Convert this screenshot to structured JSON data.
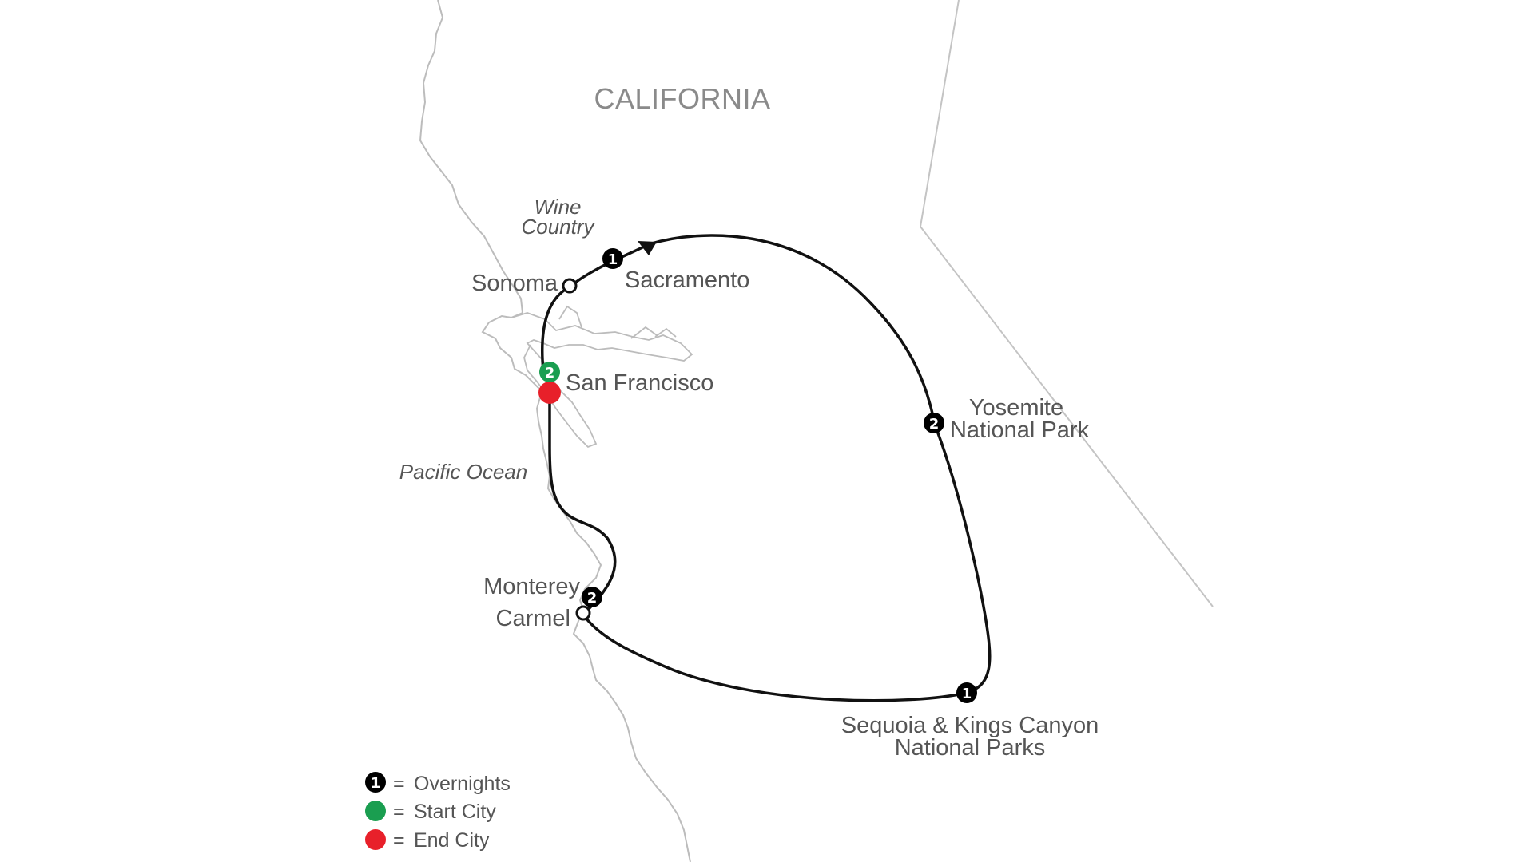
{
  "map": {
    "region_label": "CALIFORNIA",
    "wine_country": [
      "Wine",
      "Country"
    ],
    "water_label": "Pacific Ocean",
    "colors": {
      "route": "#111111",
      "start": "#1a9e50",
      "end": "#e8202a",
      "overnight": "#000000",
      "land_outline": "#bcbcbc",
      "text": "#555555"
    },
    "stops": [
      {
        "name": "Sonoma",
        "marker": "open-circle"
      },
      {
        "name": "Sacramento",
        "overnights": "1"
      },
      {
        "name": "San Francisco",
        "overnights": "2",
        "role": "start-and-end"
      },
      {
        "name_lines": [
          "Yosemite",
          "National Park"
        ],
        "overnights": "2"
      },
      {
        "name_lines": [
          "Sequoia & Kings Canyon",
          "National Parks"
        ],
        "overnights": "1"
      },
      {
        "name": "Monterey",
        "overnights": "2"
      },
      {
        "name": "Carmel",
        "marker": "open-circle"
      }
    ]
  },
  "legend": {
    "overnights": {
      "symbol": "1",
      "equals": "=",
      "label": "Overnights"
    },
    "start": {
      "equals": "=",
      "label": "Start City"
    },
    "end": {
      "equals": "=",
      "label": "End City"
    }
  }
}
